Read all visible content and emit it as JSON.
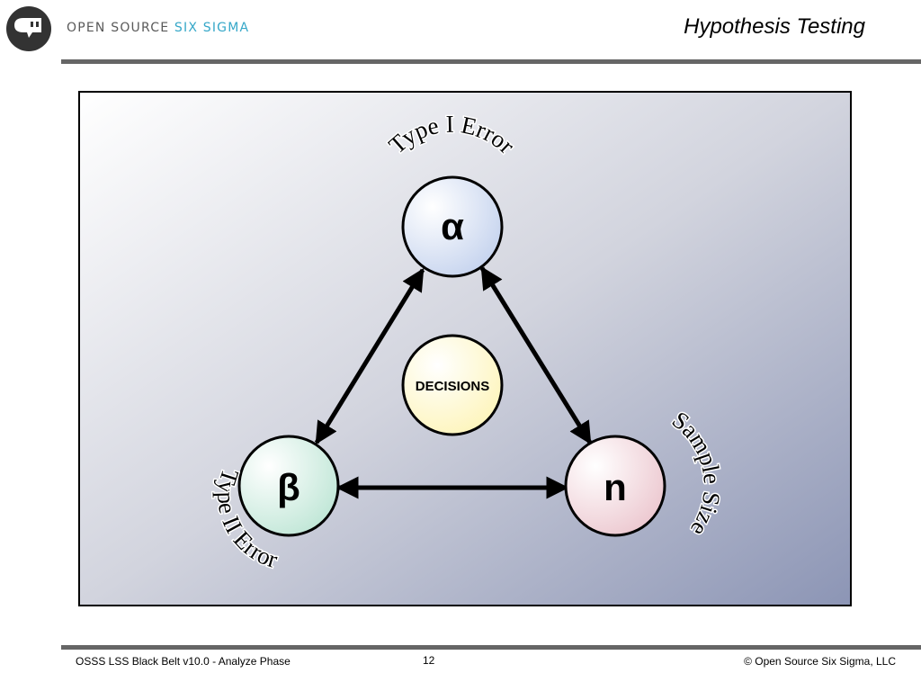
{
  "header": {
    "brand_primary": "OPEN SOURCE",
    "brand_accent": "SIX SIGMA",
    "title": "Hypothesis Testing",
    "accent_color": "#35a7c8"
  },
  "diagram": {
    "nodes": {
      "alpha": {
        "symbol": "α",
        "arc_label": "Type I Error"
      },
      "beta": {
        "symbol": "β",
        "arc_label": "Type II Error"
      },
      "n": {
        "symbol": "n",
        "arc_label": "Sample Size"
      },
      "center": {
        "label": "DECISIONS"
      }
    },
    "connections": [
      {
        "from": "alpha",
        "to": "beta",
        "type": "double-arrow"
      },
      {
        "from": "alpha",
        "to": "n",
        "type": "double-arrow"
      },
      {
        "from": "beta",
        "to": "n",
        "type": "double-arrow"
      }
    ]
  },
  "footer": {
    "left": "OSSS LSS Black Belt v10.0 - Analyze Phase",
    "page_number": "12",
    "right": "© Open Source Six Sigma, LLC"
  }
}
